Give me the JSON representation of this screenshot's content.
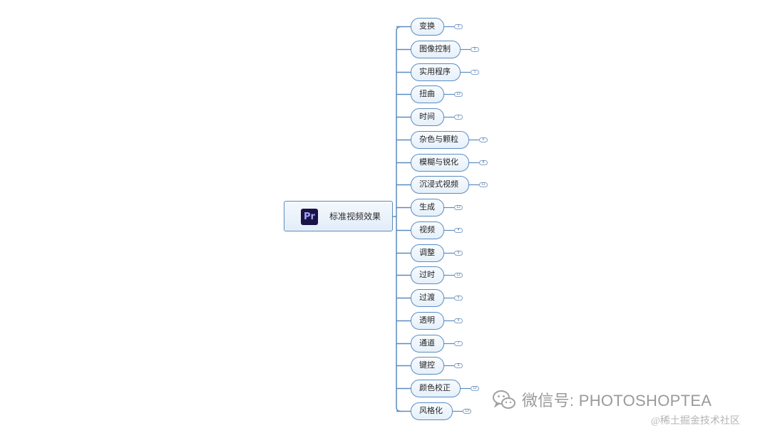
{
  "mindmap": {
    "root": {
      "logo": "Pr",
      "label": "标准视频效果"
    },
    "branches": [
      {
        "label": "变换",
        "count": "3"
      },
      {
        "label": "图像控制",
        "count": "5"
      },
      {
        "label": "实用程序",
        "count": "1"
      },
      {
        "label": "扭曲",
        "count": "12"
      },
      {
        "label": "时间",
        "count": "2"
      },
      {
        "label": "杂色与颗粒",
        "count": "6"
      },
      {
        "label": "模糊与锐化",
        "count": "8"
      },
      {
        "label": "沉浸式视频",
        "count": "11"
      },
      {
        "label": "生成",
        "count": "12"
      },
      {
        "label": "视频",
        "count": "4"
      },
      {
        "label": "调整",
        "count": "5"
      },
      {
        "label": "过时",
        "count": "12"
      },
      {
        "label": "过渡",
        "count": "5"
      },
      {
        "label": "透明",
        "count": "5"
      },
      {
        "label": "通道",
        "count": "7"
      },
      {
        "label": "键控",
        "count": "9"
      },
      {
        "label": "颜色校正",
        "count": "12"
      },
      {
        "label": "风格化",
        "count": "13"
      }
    ],
    "colors": {
      "line": "#5b8cc0",
      "node_fill": "#eaf2fb",
      "logo_bg": "#1a1446"
    }
  },
  "watermark": {
    "icon": "wechat-icon",
    "text": "微信号: PHOTOSHOPTEA",
    "site": "@稀土掘金技术社区"
  }
}
